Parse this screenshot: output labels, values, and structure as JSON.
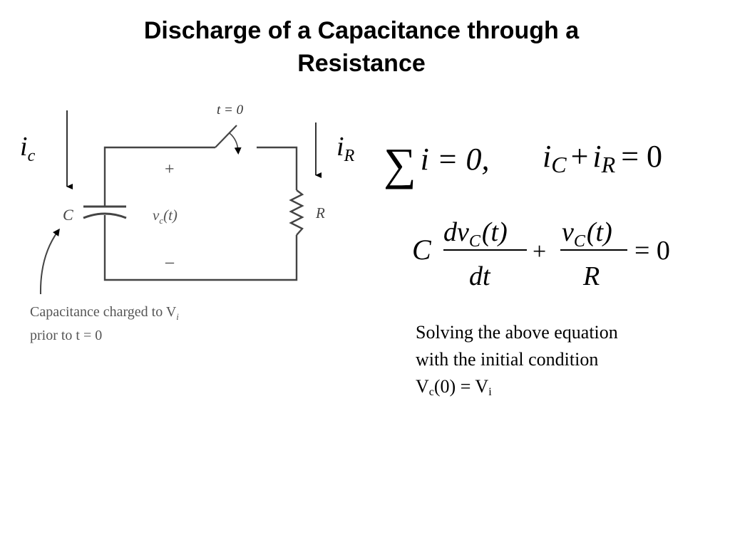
{
  "slide": {
    "title_line1": "Discharge of a Capacitance through a",
    "title_line2": "Resistance"
  },
  "circuit": {
    "current_ic_main": "i",
    "current_ic_sub": "c",
    "current_ir_main": "i",
    "current_ir_sub": "R",
    "switch_label": "t = 0",
    "plus_sign": "+",
    "minus_sign": "–",
    "capacitor_label": "C",
    "voltage_label": "v",
    "voltage_sub": "c",
    "voltage_arg": "(t)",
    "resistor_label": "R",
    "caption_line1_text": "Capacitance charged to V",
    "caption_line1_sub": "i",
    "caption_line2": "prior to t = 0"
  },
  "equations": {
    "kcl_sum": "∑",
    "kcl_body": "i = 0,",
    "kcl2_i1": "i",
    "kcl2_c": "C",
    "kcl2_plus": "+",
    "kcl2_i2": "i",
    "kcl2_r": "R",
    "kcl2_rest": "= 0",
    "ode_C": "C",
    "ode_num1": "dv",
    "ode_num1_sub": "C",
    "ode_num1_arg": "(t)",
    "ode_den1": "dt",
    "ode_plus": "+",
    "ode_num2": "v",
    "ode_num2_sub": "C",
    "ode_num2_arg": "(t)",
    "ode_den2": "R",
    "ode_rest": "= 0"
  },
  "note": {
    "line1": "Solving the above equation",
    "line2": "with the initial condition",
    "line3_a": "V",
    "line3_sub1": "c",
    "line3_b": "(0) = V",
    "line3_sub2": "i"
  }
}
